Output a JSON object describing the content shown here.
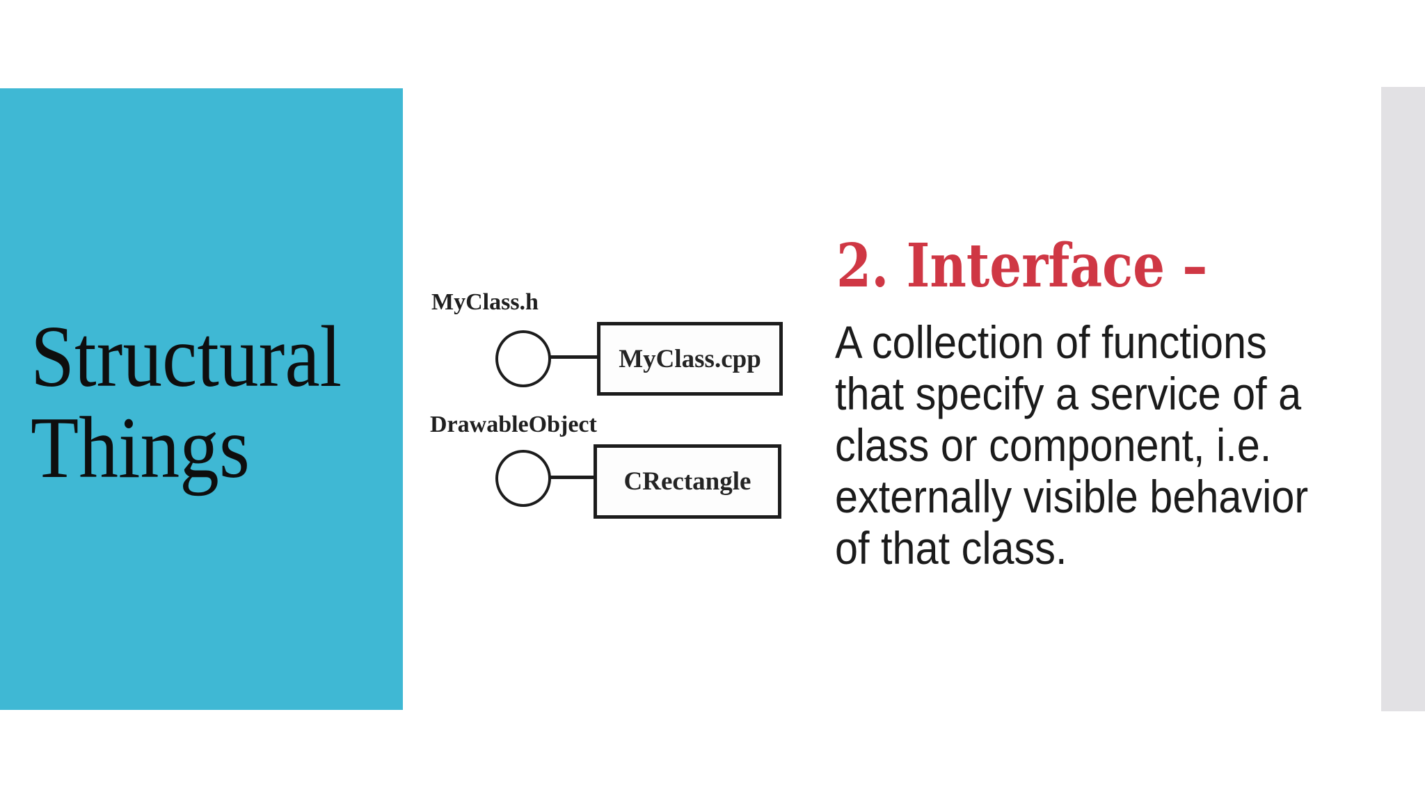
{
  "slide": {
    "title": {
      "line1": "Structural",
      "line2": "Things"
    },
    "content": {
      "heading": "2. Interface –",
      "body": " A collection of functions\nthat specify a service of a\nclass or component, i.e.\nexternally visible behavior\nof that class."
    },
    "colors": {
      "accent_teal": "#3fb8d4",
      "heading_red": "#cf3744",
      "edge_strip_gray": "#e2e1e4",
      "text_black": "#1b1b1b"
    }
  },
  "diagram": {
    "type": "uml-lollipop-interface",
    "items": [
      {
        "interface_label": "MyClass.h",
        "class_label": "MyClass.cpp"
      },
      {
        "interface_label": "DrawableObject",
        "class_label": "CRectangle"
      }
    ]
  }
}
